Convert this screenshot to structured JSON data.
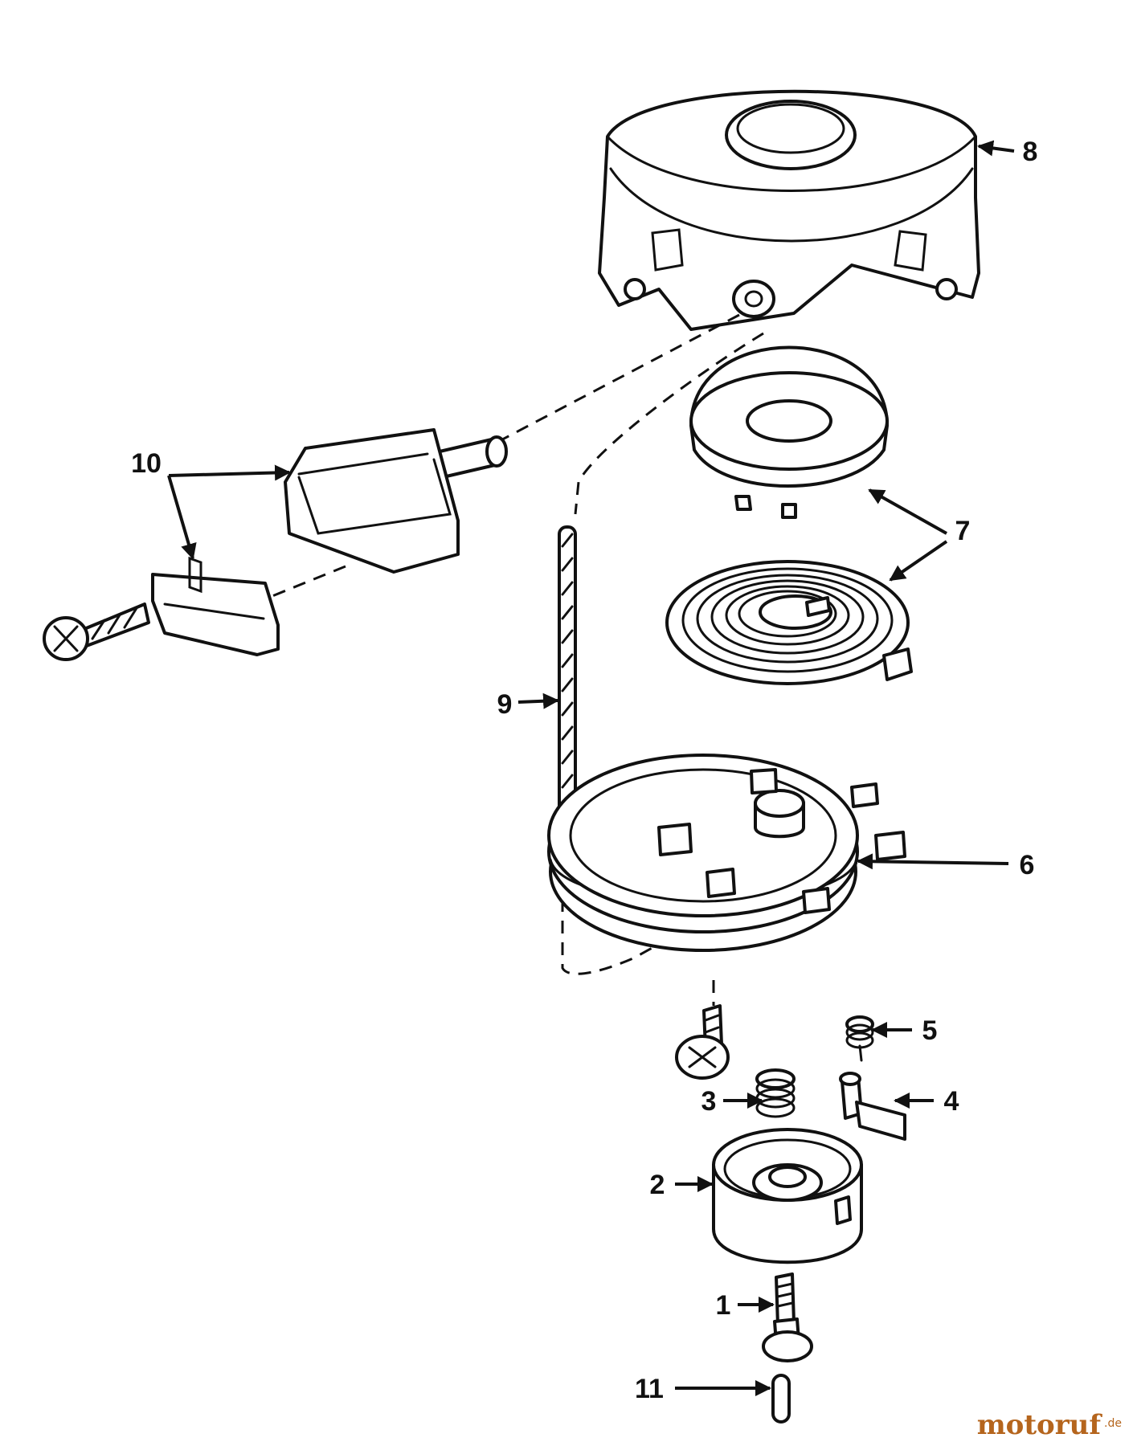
{
  "callouts": [
    {
      "id": "1",
      "label": "1"
    },
    {
      "id": "2",
      "label": "2"
    },
    {
      "id": "3",
      "label": "3"
    },
    {
      "id": "4",
      "label": "4"
    },
    {
      "id": "5",
      "label": "5"
    },
    {
      "id": "6",
      "label": "6"
    },
    {
      "id": "7",
      "label": "7"
    },
    {
      "id": "8",
      "label": "8"
    },
    {
      "id": "9",
      "label": "9"
    },
    {
      "id": "10",
      "label": "10"
    },
    {
      "id": "11",
      "label": "11"
    }
  ],
  "watermark": {
    "name": "motoruf",
    "suffix": ".de"
  },
  "colors": {
    "ink": "#111111",
    "paper": "#ffffff",
    "watermark": "#b5651d"
  }
}
